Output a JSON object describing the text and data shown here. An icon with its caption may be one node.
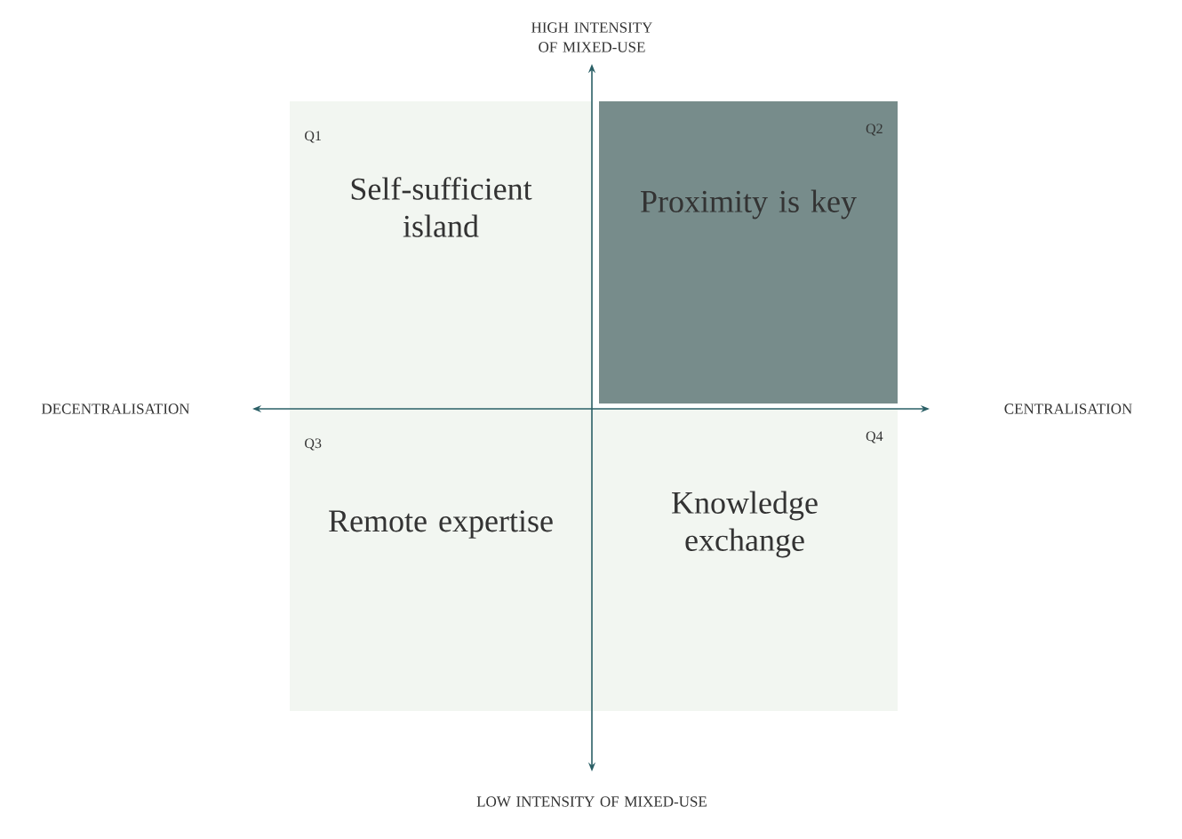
{
  "diagram": {
    "nodes": [
      {
        "text": [
          "Q1",
          "Self-sufficient island"
        ]
      },
      {
        "text": [
          "Q2",
          "Proximity is key"
        ]
      },
      {
        "text": [
          "Q3",
          "Remote expertise"
        ]
      },
      {
        "text": [
          "Q4",
          "Knowledge exchange"
        ]
      }
    ],
    "labels": [
      "HIGH INTENSITY OF MIXED-USE",
      "DECENTRALISATION",
      "CENTRALISATION",
      "LOW INTENSITY OF MIXED-USE"
    ]
  }
}
